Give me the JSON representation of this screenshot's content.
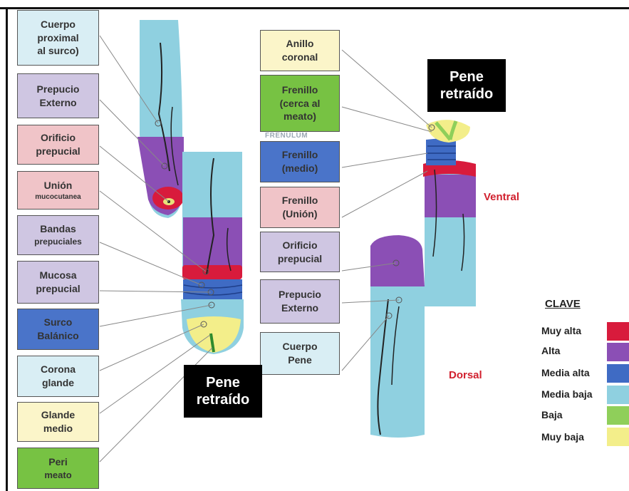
{
  "labels_left": [
    {
      "id": "cuerpo-proximal",
      "text": "Cuerpo\nproximal\nal surco)",
      "color": "#d9eef4"
    },
    {
      "id": "prepucio-externo",
      "text": "Prepucio\nExterno",
      "color": "#cfc6e2"
    },
    {
      "id": "orificio-prepucial",
      "text": "Orificio\nprepucial",
      "color": "#f0c4c8"
    },
    {
      "id": "union-mucocutanea",
      "text": "Unión",
      "sub": "mucocutanea",
      "color": "#f0c4c8"
    },
    {
      "id": "bandas-prepuciales",
      "text": "Bandas",
      "sub": "prepuciales",
      "color": "#cfc6e2"
    },
    {
      "id": "mucosa-prepucial",
      "text": "Mucosa\nprepucial",
      "color": "#cfc6e2"
    },
    {
      "id": "surco-balanico",
      "text": "Surco\nBalánico",
      "color": "#4a74c9"
    },
    {
      "id": "corona-glande",
      "text": "Corona\nglande",
      "color": "#d9eef4"
    },
    {
      "id": "glande-medio",
      "text": "Glande\nmedio",
      "color": "#fbf5c9"
    },
    {
      "id": "peri-meato",
      "text": "Peri",
      "sub": "meato",
      "color": "#77c243"
    }
  ],
  "labels_center": [
    {
      "id": "anillo-coronal",
      "text": "Anillo\ncoronal",
      "color": "#fbf5c9"
    },
    {
      "id": "frenillo-cerca",
      "text": "Frenillo\n(cerca al\nmeato)",
      "color": "#77c243"
    },
    {
      "id": "frenillo-medio",
      "text": "Frenillo\n(medio)",
      "color": "#4a74c9"
    },
    {
      "id": "frenillo-union",
      "text": "Frenillo\n(Unión)",
      "color": "#f0c4c8"
    },
    {
      "id": "orificio-prepucial-2",
      "text": "Orificio\nprepucial",
      "color": "#cfc6e2"
    },
    {
      "id": "prepucio-externo-2",
      "text": "Prepucio\nExterno",
      "color": "#cfc6e2"
    },
    {
      "id": "cuerpo-pene",
      "text": "Cuerpo\nPene",
      "color": "#d9eef4"
    }
  ],
  "titles": {
    "top": "Pene\nretraído",
    "bottom": "Pene\nretraído"
  },
  "ghost_text": "FRENULUM",
  "side_labels": {
    "ventral": "Ventral",
    "dorsal": "Dorsal"
  },
  "key": {
    "title": "CLAVE",
    "items": [
      {
        "label": "Muy alta",
        "color": "#d81b3c"
      },
      {
        "label": "Alta",
        "color": "#8b4fb5"
      },
      {
        "label": "Media alta",
        "color": "#3f6bc4"
      },
      {
        "label": "Media baja",
        "color": "#8fd0e0"
      },
      {
        "label": "Baja",
        "color": "#8fcf5a"
      },
      {
        "label": "Muy baja",
        "color": "#f3ee8a"
      }
    ]
  },
  "colors": {
    "cyan": "#8fd0e0",
    "purple": "#8b4fb5",
    "red": "#d81b3c",
    "blue": "#3f6bc4",
    "green": "#a8d86a",
    "yellow": "#f3ee8a"
  }
}
